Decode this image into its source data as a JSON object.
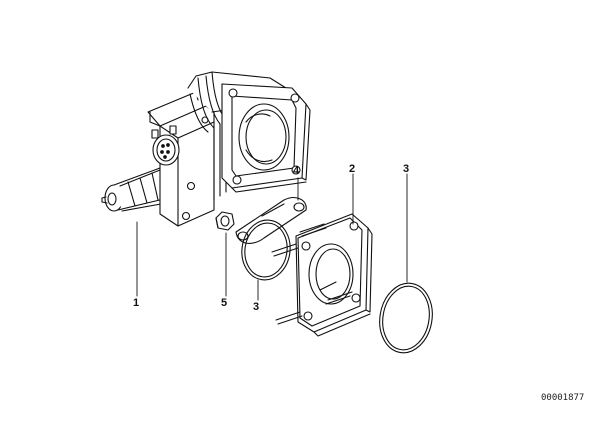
{
  "callouts": {
    "c1": "1",
    "c2": "2",
    "c3a": "3",
    "c3b": "3",
    "c4": "4",
    "c5": "5"
  },
  "document_number": "00001877",
  "colors": {
    "ink": "#111111",
    "background": "#ffffff"
  }
}
